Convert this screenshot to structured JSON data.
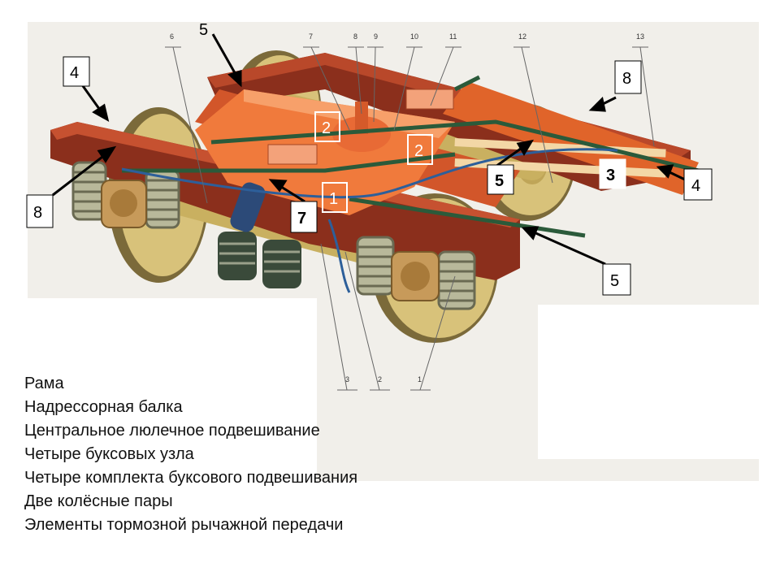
{
  "diagram": {
    "part_numbers": [
      "1",
      "2",
      "3",
      "6",
      "7",
      "8",
      "9",
      "10",
      "11",
      "12",
      "13"
    ],
    "callouts": {
      "c5_top": "5",
      "c4_left": "4",
      "c8_left": "8",
      "c2_left": "2",
      "c2_right": "2",
      "c1": "1",
      "c7": "7",
      "c8_right": "8",
      "c5_mid": "5",
      "c3": "3",
      "c4_right": "4",
      "c5_bottom": "5"
    }
  },
  "legend": {
    "items": [
      "Рама",
      "Надрессорная балка",
      "Центральное люлечное подвешивание",
      "Четыре буксовых узла",
      "Четыре комплекта буксового подвешивания",
      "Две колёсные пары",
      "Элементы тормозной рычажной передачи"
    ]
  },
  "colors": {
    "frame_dark": "#8b2f1c",
    "frame_orange": "#e0642a",
    "bolster": "#f07a3c",
    "wheel": "#d8c27a",
    "spring": "#a8a88a",
    "brake_rod": "#2b5a3a",
    "backdrop": "#f1efea"
  }
}
